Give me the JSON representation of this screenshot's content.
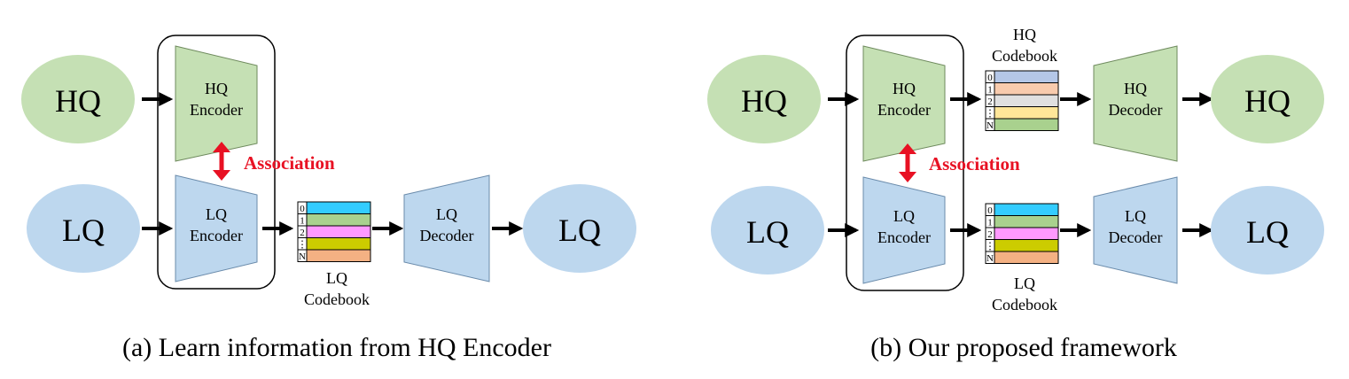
{
  "colors": {
    "hq_fill": "#c5e0b4",
    "lq_fill": "#bdd7ee",
    "association": "#e81123",
    "codebook_rows_lq": [
      "#33ccff",
      "#a9d18e",
      "#ff99ff",
      "#cccc00",
      "#f4b183"
    ],
    "codebook_rows_hq": [
      "#b4c7e7",
      "#f8cbad",
      "#e0e0e0",
      "#ffe699",
      "#a9d18e"
    ]
  },
  "codebook_indices": [
    "0",
    "1",
    "2",
    "⋮",
    "N"
  ],
  "panel_a": {
    "hq_input": "HQ",
    "lq_input": "LQ",
    "hq_encoder": [
      "HQ",
      "Encoder"
    ],
    "lq_encoder": [
      "LQ",
      "Encoder"
    ],
    "association": "Association",
    "lq_codebook_label": [
      "LQ",
      "Codebook"
    ],
    "lq_decoder": [
      "LQ",
      "Decoder"
    ],
    "lq_output": "LQ",
    "caption": "(a) Learn information from HQ Encoder"
  },
  "panel_b": {
    "hq_input": "HQ",
    "lq_input": "LQ",
    "hq_encoder": [
      "HQ",
      "Encoder"
    ],
    "lq_encoder": [
      "LQ",
      "Encoder"
    ],
    "association": "Association",
    "hq_codebook_label": [
      "HQ",
      "Codebook"
    ],
    "lq_codebook_label": [
      "LQ",
      "Codebook"
    ],
    "hq_decoder": [
      "HQ",
      "Decoder"
    ],
    "lq_decoder": [
      "LQ",
      "Decoder"
    ],
    "hq_output": "HQ",
    "lq_output": "LQ",
    "caption": "(b) Our proposed framework"
  }
}
